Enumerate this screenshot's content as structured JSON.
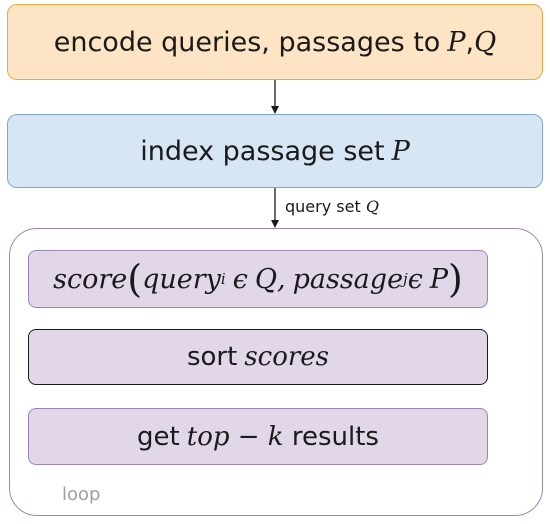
{
  "nodes": {
    "encode": {
      "text": "encode queries, passages to ",
      "var1": "P",
      "sep": ", ",
      "var2": "Q"
    },
    "index": {
      "text": "index passage set ",
      "var": "P"
    },
    "edge": {
      "text": "query set ",
      "var": "Q"
    },
    "score": {
      "func": "score",
      "open": "(",
      "query": "query",
      "query_sub": "i",
      "in1": "ϵ",
      "Q": "Q",
      "comma": ",",
      "passage": "passage",
      "passage_sub": "j",
      "in2": "ϵ",
      "P": "P",
      "close": ")"
    },
    "sort": {
      "text": "sort ",
      "var": "scores"
    },
    "topk": {
      "text": "get ",
      "math": "top − k",
      "text2": " results"
    },
    "loop": {
      "label": "loop"
    }
  },
  "colors": {
    "encode_fill": "#fce4c4",
    "encode_border": "#e9a84a",
    "index_fill": "#d7e6f5",
    "index_border": "#7ea6cf",
    "loop_border": "#9b85b5",
    "inner_fill": "#e2d6e9"
  }
}
